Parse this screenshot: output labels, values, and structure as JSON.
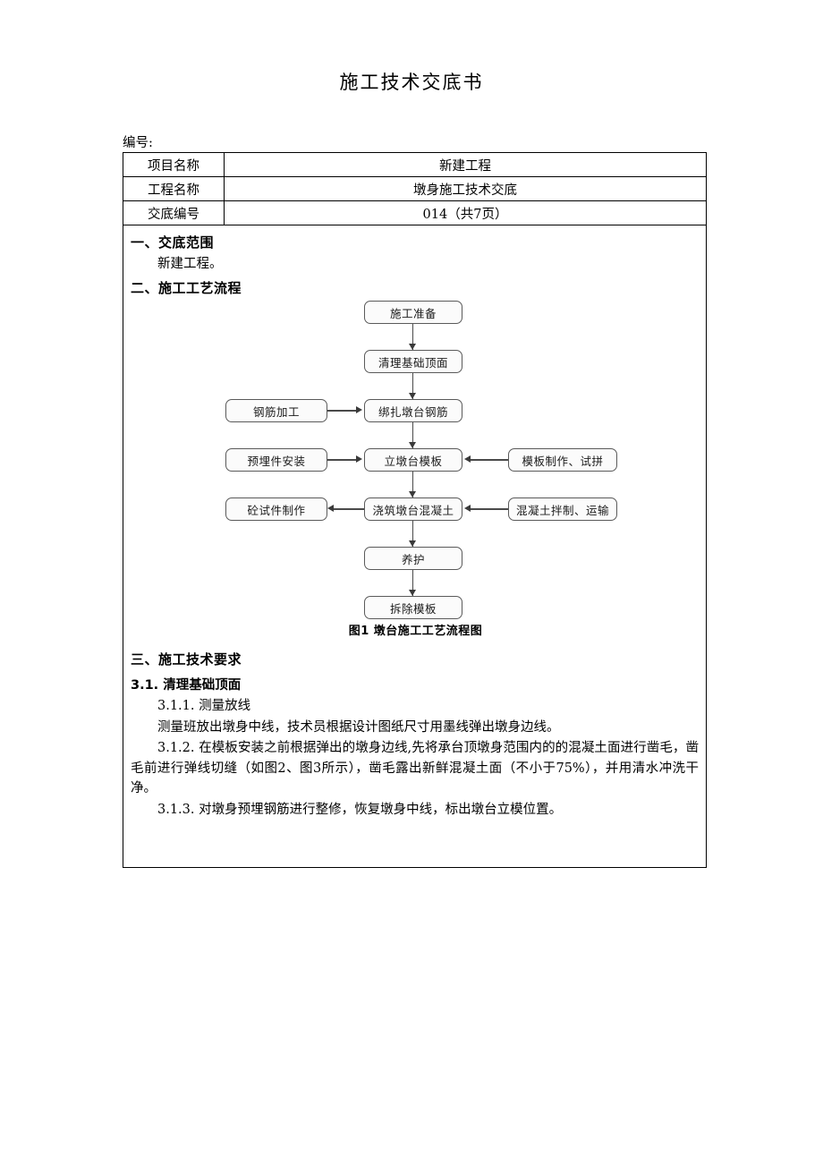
{
  "document": {
    "title": "施工技术交底书",
    "serial_label": "编号:"
  },
  "info_table": {
    "rows": [
      {
        "key": "项目名称",
        "value": "新建工程"
      },
      {
        "key": "工程名称",
        "value": "墩身施工技术交底"
      },
      {
        "key": "交底编号",
        "value": "014（共7页）"
      }
    ]
  },
  "sections": {
    "scope": {
      "heading": "一、交底范围",
      "body": "新建工程。"
    },
    "process": {
      "heading": "二、施工工艺流程"
    },
    "tech": {
      "heading": "三、施工技术要求",
      "sub_heading": "3.1. 清理基础顶面",
      "items": [
        "3.1.1. 测量放线",
        "测量班放出墩身中线，技术员根据设计图纸尺寸用墨线弹出墩身边线。",
        "3.1.2. 在模板安装之前根据弹出的墩身边线,先将承台顶墩身范围内的的混凝土面进行凿毛，凿毛前进行弹线切缝（如图2、图3所示），凿毛露出新鲜混凝土面（不小于75%），并用清水冲洗干净。",
        "3.1.3. 对墩身预埋钢筋进行整修，恢复墩身中线，标出墩台立模位置。"
      ]
    }
  },
  "flowchart": {
    "caption": "图1  墩台施工工艺流程图",
    "nodes": {
      "n1": "施工准备",
      "n2": "清理基础顶面",
      "n3": "绑扎墩台钢筋",
      "n3_left": "钢筋加工",
      "n4": "立墩台模板",
      "n4_left": "预埋件安装",
      "n4_right": "模板制作、试拼",
      "n5": "浇筑墩台混凝土",
      "n5_left": "砼试件制作",
      "n5_right": "混凝土拌制、运输",
      "n6": "养护",
      "n7": "拆除模板"
    }
  },
  "colors": {
    "text": "#000000",
    "border": "#000000",
    "flow_border": "#5a5a5a",
    "flow_fill": "#fbfbfb"
  }
}
